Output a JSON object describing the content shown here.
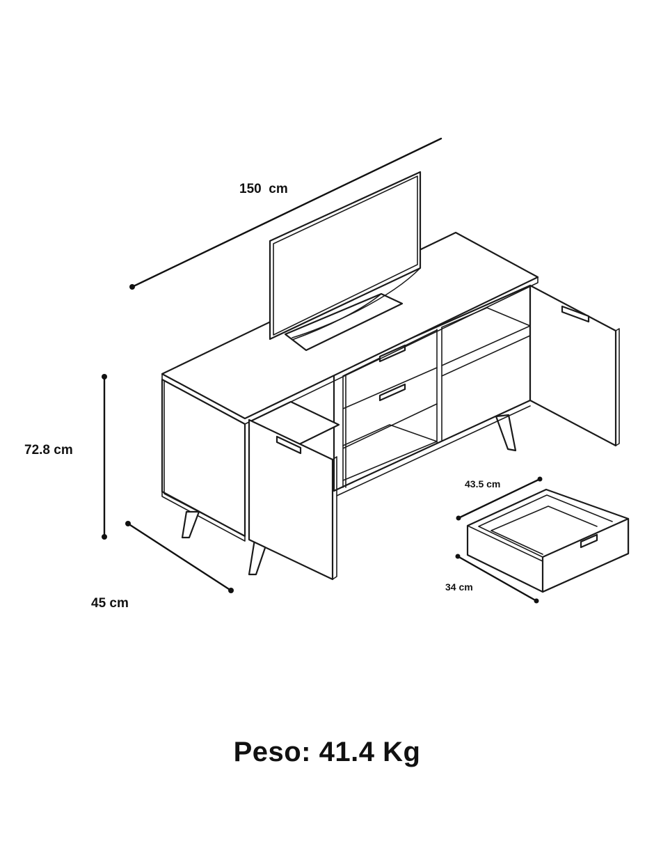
{
  "dimensions": {
    "width": "150  cm",
    "height": "72.8 cm",
    "depth": "45 cm",
    "drawer_width": "43.5 cm",
    "drawer_depth": "34 cm"
  },
  "weight_text": "Peso: 41.4 Kg",
  "colors": {
    "line": "#1a1a1a",
    "background": "#ffffff"
  },
  "icons": [
    "tv-icon",
    "cabinet-icon",
    "drawer-icon"
  ]
}
